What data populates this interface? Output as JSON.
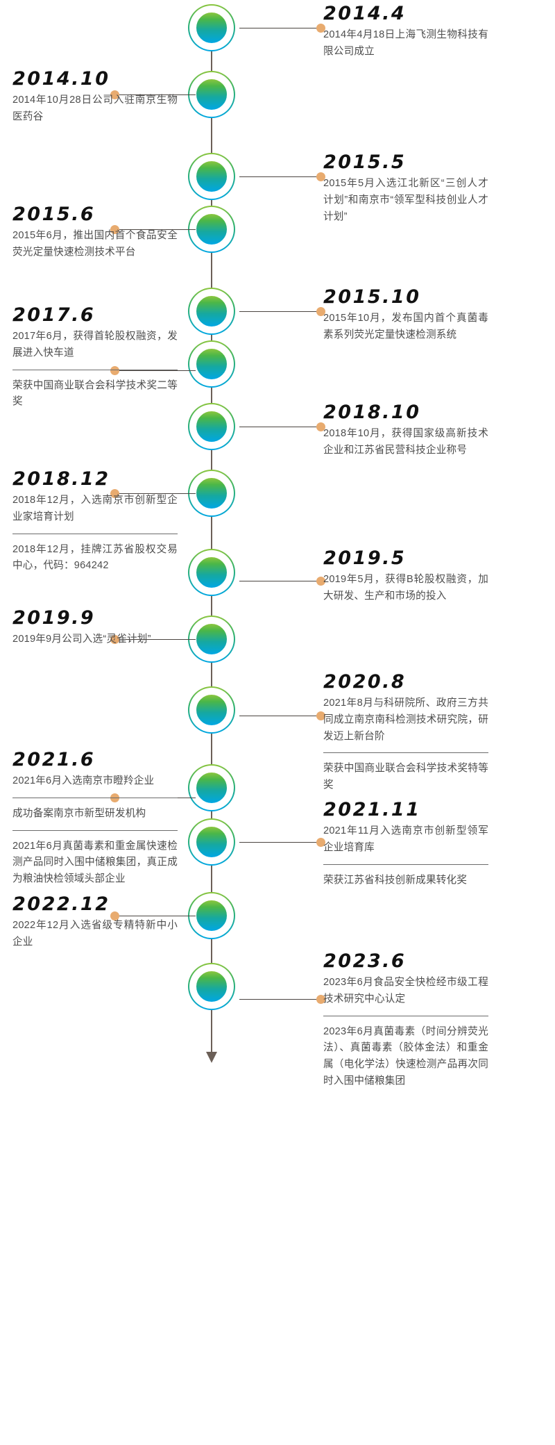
{
  "meta": {
    "orientation": "vertical",
    "axis_color": "#6b5f57",
    "dot_color": "#e8ab6f",
    "node_gradient_top": "#8cc63e",
    "node_gradient_bottom": "#00a7e4"
  },
  "chart_data": {
    "type": "table",
    "title": "",
    "categories": [
      "2014.4",
      "2014.10",
      "2015.5",
      "2015.6",
      "2015.10",
      "2017.6",
      "2018.10",
      "2018.12",
      "2019.5",
      "2019.9",
      "2020.8",
      "2021.6",
      "2021.11",
      "2022.12",
      "2023.6"
    ],
    "values": [
      2014.4,
      2014.1,
      2015.5,
      2015.6,
      2015.1,
      2017.6,
      2018.1,
      2018.12,
      2019.5,
      2019.9,
      2020.8,
      2021.6,
      2021.11,
      2022.12,
      2023.6
    ],
    "xlabel": "",
    "ylabel": ""
  },
  "events": [
    {
      "id": "e1",
      "side": "right",
      "year": "2014.4",
      "paragraphs": [
        "2014年4月18日上海飞测生物科技有限公司成立"
      ]
    },
    {
      "id": "e2",
      "side": "left",
      "year": "2014.10",
      "paragraphs": [
        "2014年10月28日公司入驻南京生物医药谷"
      ]
    },
    {
      "id": "e3",
      "side": "right",
      "year": "2015.5",
      "paragraphs": [
        "2015年5月入选江北新区“三创人才计划”和南京市“领军型科技创业人才计划”"
      ]
    },
    {
      "id": "e4",
      "side": "left",
      "year": "2015.6",
      "paragraphs": [
        "2015年6月，推出国内首个食品安全荧光定量快速检测技术平台"
      ]
    },
    {
      "id": "e5",
      "side": "right",
      "year": "2015.10",
      "paragraphs": [
        "2015年10月，发布国内首个真菌毒素系列荧光定量快速检测系统"
      ]
    },
    {
      "id": "e6",
      "side": "left",
      "year": "2017.6",
      "paragraphs": [
        "2017年6月，获得首轮股权融资，发展进入快车道",
        "荣获中国商业联合会科学技术奖二等奖"
      ]
    },
    {
      "id": "e7",
      "side": "right",
      "year": "2018.10",
      "paragraphs": [
        "2018年10月，获得国家级高新技术企业和江苏省民营科技企业称号"
      ]
    },
    {
      "id": "e8",
      "side": "left",
      "year": "2018.12",
      "paragraphs": [
        "2018年12月，入选南京市创新型企业家培育计划",
        "2018年12月，挂牌江苏省股权交易中心，代码：964242"
      ]
    },
    {
      "id": "e9",
      "side": "right",
      "year": "2019.5",
      "paragraphs": [
        "2019年5月，获得B轮股权融资，加大研发、生产和市场的投入"
      ]
    },
    {
      "id": "e10",
      "side": "left",
      "year": "2019.9",
      "paragraphs": [
        "2019年9月公司入选“灵雀计划”"
      ]
    },
    {
      "id": "e11",
      "side": "right",
      "year": "2020.8",
      "paragraphs": [
        "2021年8月与科研院所、政府三方共同成立南京南科检测技术研究院，研发迈上新台阶",
        "荣获中国商业联合会科学技术奖特等奖"
      ]
    },
    {
      "id": "e12",
      "side": "left",
      "year": "2021.6",
      "paragraphs": [
        "2021年6月入选南京市瞪羚企业",
        "成功备案南京市新型研发机构",
        "2021年6月真菌毒素和重金属快速检测产品同时入围中储粮集团，真正成为粮油快检领域头部企业"
      ]
    },
    {
      "id": "e13",
      "side": "right",
      "year": "2021.11",
      "paragraphs": [
        "2021年11月入选南京市创新型领军企业培育库",
        "荣获江苏省科技创新成果转化奖"
      ]
    },
    {
      "id": "e14",
      "side": "left",
      "year": "2022.12",
      "paragraphs": [
        "2022年12月入选省级专精特新中小企业"
      ]
    },
    {
      "id": "e15",
      "side": "right",
      "year": "2023.6",
      "paragraphs": [
        "2023年6月食品安全快检经市级工程技术研究中心认定",
        "2023年6月真菌毒素（时间分辨荧光法）、真菌毒素（胶体金法）和重金属（电化学法）快速检测产品再次同时入围中储粮集团"
      ]
    }
  ]
}
